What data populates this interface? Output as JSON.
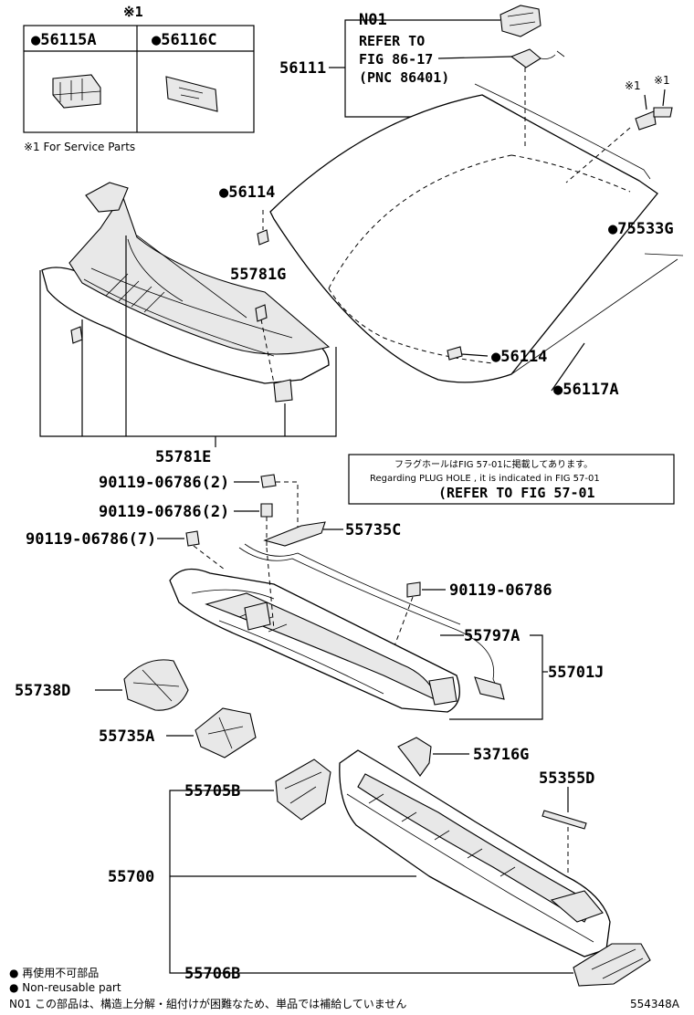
{
  "service_box": {
    "mark": "※1",
    "header_left": "●56115A",
    "header_right": "●56116C",
    "footnote": "※1 For Service Parts"
  },
  "n01_callout": {
    "code": "N01",
    "line1": "REFER TO",
    "line2": "FIG 86-17",
    "line3": "(PNC 86401)"
  },
  "labels": {
    "p56111": "56111",
    "p56114_top": "●56114",
    "p75533G": "●75533G",
    "p55781G": "55781G",
    "p56114_bottom": "●56114",
    "p56117A": "●56117A",
    "p55781E": "55781E",
    "bolt1": "90119-06786(2)",
    "bolt2": "90119-06786(2)",
    "bolt3": "90119-06786(7)",
    "p55735C": "55735C",
    "bolt4": "90119-06786",
    "p55797A": "55797A",
    "p55701J": "55701J",
    "p55738D": "55738D",
    "p55735A": "55735A",
    "p53716G": "53716G",
    "p55355D": "55355D",
    "p55705B": "55705B",
    "p55700": "55700",
    "p55706B": "55706B",
    "mark_a": "※1",
    "mark_b": "※1"
  },
  "plug_note": {
    "jp": "フラグホールはFIG 57-01に掲載してあります。",
    "en": "Regarding PLUG HOLE , it is indicated in FIG 57-01",
    "ref": "(REFER TO FIG 57-01"
  },
  "legend": {
    "jp_mark": "● 再使用不可部品",
    "en_mark": "● Non-reusable part",
    "n01_note": "N01 この部品は、構造上分解・組付けが困難なため、単品では補給していません"
  },
  "figure_id": "554348A"
}
